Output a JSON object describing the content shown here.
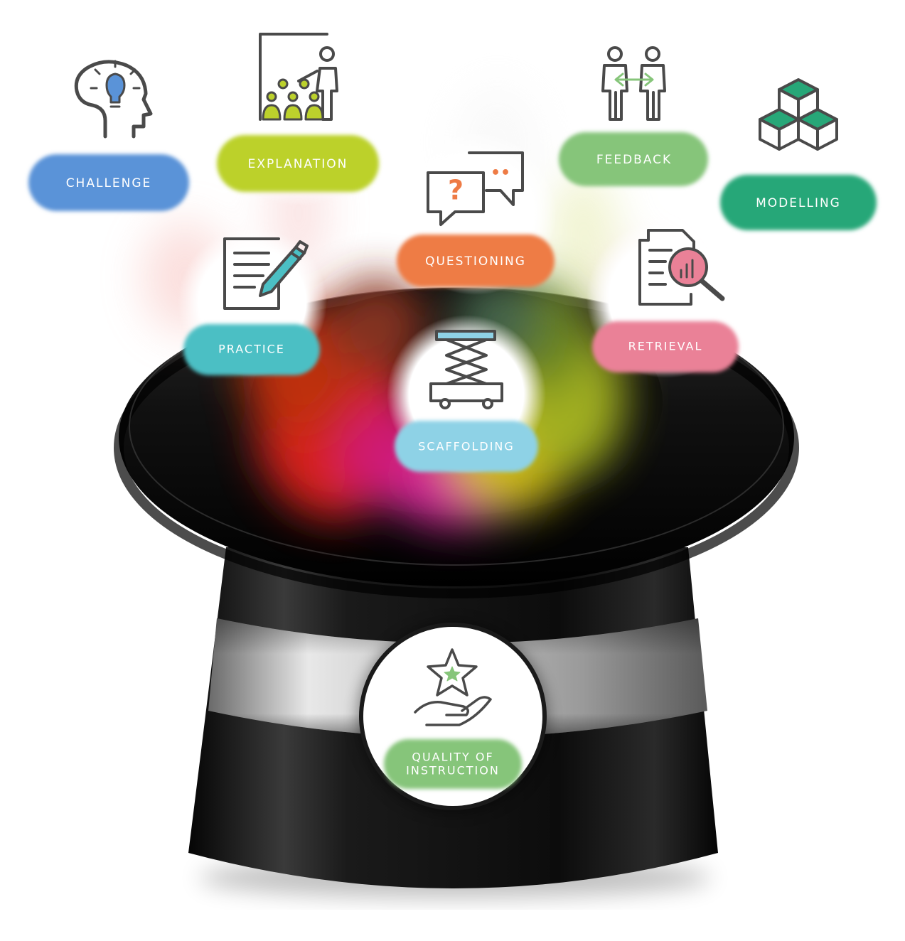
{
  "items": {
    "challenge": {
      "label": "CHALLENGE",
      "color": "#5a93d8",
      "icon": "lightbulb-head-icon"
    },
    "explanation": {
      "label": "EXPLANATION",
      "color": "#bcd12c",
      "icon": "teacher-presentation-icon"
    },
    "questioning": {
      "label": "QUESTIONING",
      "color": "#ee7b45",
      "icon": "speech-bubbles-icon",
      "mark": "?",
      "dots": "••"
    },
    "feedback": {
      "label": "FEEDBACK",
      "color": "#86c57a",
      "icon": "two-people-exchange-icon"
    },
    "modelling": {
      "label": "MODELLING",
      "color": "#27a778",
      "icon": "stacked-cubes-icon"
    },
    "practice": {
      "label": "PRACTICE",
      "color": "#4bbfc4",
      "icon": "document-pen-icon"
    },
    "retrieval": {
      "label": "RETRIEVAL",
      "color": "#ea8197",
      "icon": "document-magnifier-icon"
    },
    "scaffolding": {
      "label": "SCAFFOLDING",
      "color": "#8ed2e6",
      "icon": "scissor-lift-icon"
    },
    "quality": {
      "label_line1": "QUALITY OF",
      "label_line2": "INSTRUCTION",
      "color": "#86c57a",
      "icon": "star-in-hand-icon"
    }
  },
  "icon_stroke": "#4a4a4a",
  "hat": {
    "icon": "magic-top-hat",
    "body_color": "#111111",
    "band_color": "#b5b5b5"
  }
}
